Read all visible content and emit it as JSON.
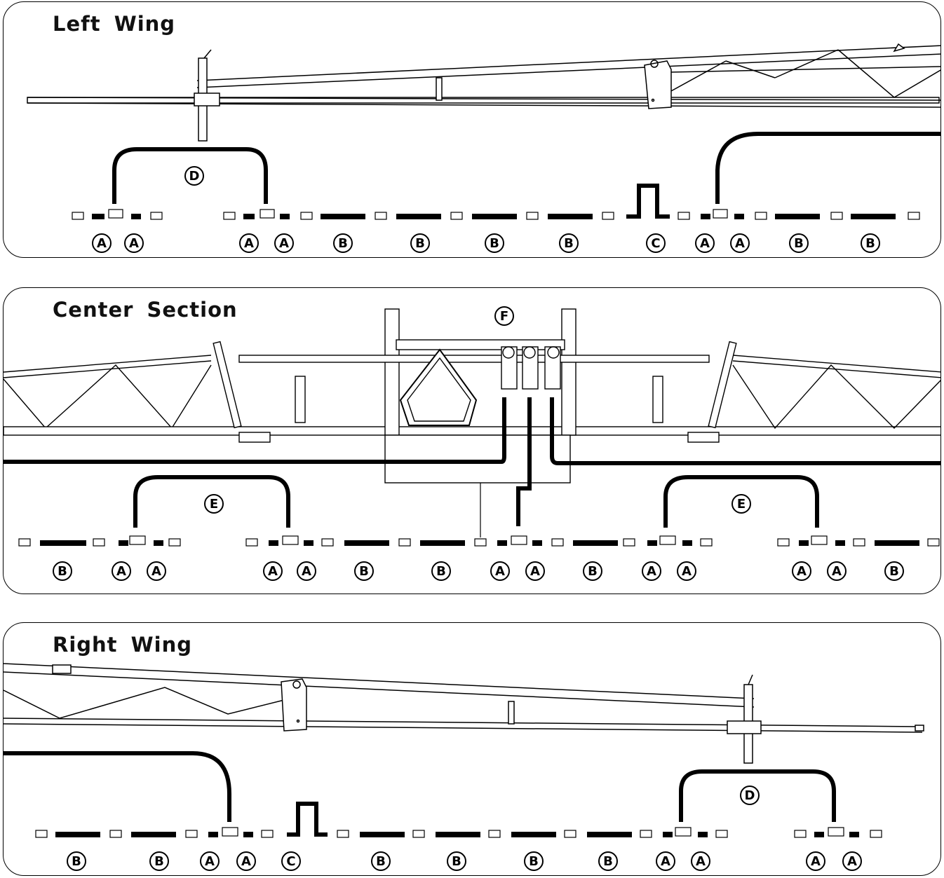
{
  "panels": {
    "left": {
      "title": "Left  Wing"
    },
    "center": {
      "title": "Center  Section"
    },
    "right": {
      "title": "Right  Wing"
    }
  },
  "callouts": {
    "left": [
      {
        "letter": "D"
      },
      {
        "letter": "A"
      },
      {
        "letter": "A"
      },
      {
        "letter": "A"
      },
      {
        "letter": "A"
      },
      {
        "letter": "B"
      },
      {
        "letter": "B"
      },
      {
        "letter": "B"
      },
      {
        "letter": "B"
      },
      {
        "letter": "C"
      },
      {
        "letter": "A"
      },
      {
        "letter": "A"
      },
      {
        "letter": "B"
      },
      {
        "letter": "B"
      }
    ],
    "center": [
      {
        "letter": "F"
      },
      {
        "letter": "E"
      },
      {
        "letter": "E"
      },
      {
        "letter": "B"
      },
      {
        "letter": "A"
      },
      {
        "letter": "A"
      },
      {
        "letter": "A"
      },
      {
        "letter": "A"
      },
      {
        "letter": "B"
      },
      {
        "letter": "B"
      },
      {
        "letter": "A"
      },
      {
        "letter": "A"
      },
      {
        "letter": "B"
      },
      {
        "letter": "A"
      },
      {
        "letter": "A"
      },
      {
        "letter": "A"
      },
      {
        "letter": "A"
      },
      {
        "letter": "B"
      }
    ],
    "right": [
      {
        "letter": "D"
      },
      {
        "letter": "B"
      },
      {
        "letter": "B"
      },
      {
        "letter": "A"
      },
      {
        "letter": "A"
      },
      {
        "letter": "C"
      },
      {
        "letter": "B"
      },
      {
        "letter": "B"
      },
      {
        "letter": "B"
      },
      {
        "letter": "B"
      },
      {
        "letter": "A"
      },
      {
        "letter": "A"
      },
      {
        "letter": "A"
      },
      {
        "letter": "A"
      }
    ]
  }
}
